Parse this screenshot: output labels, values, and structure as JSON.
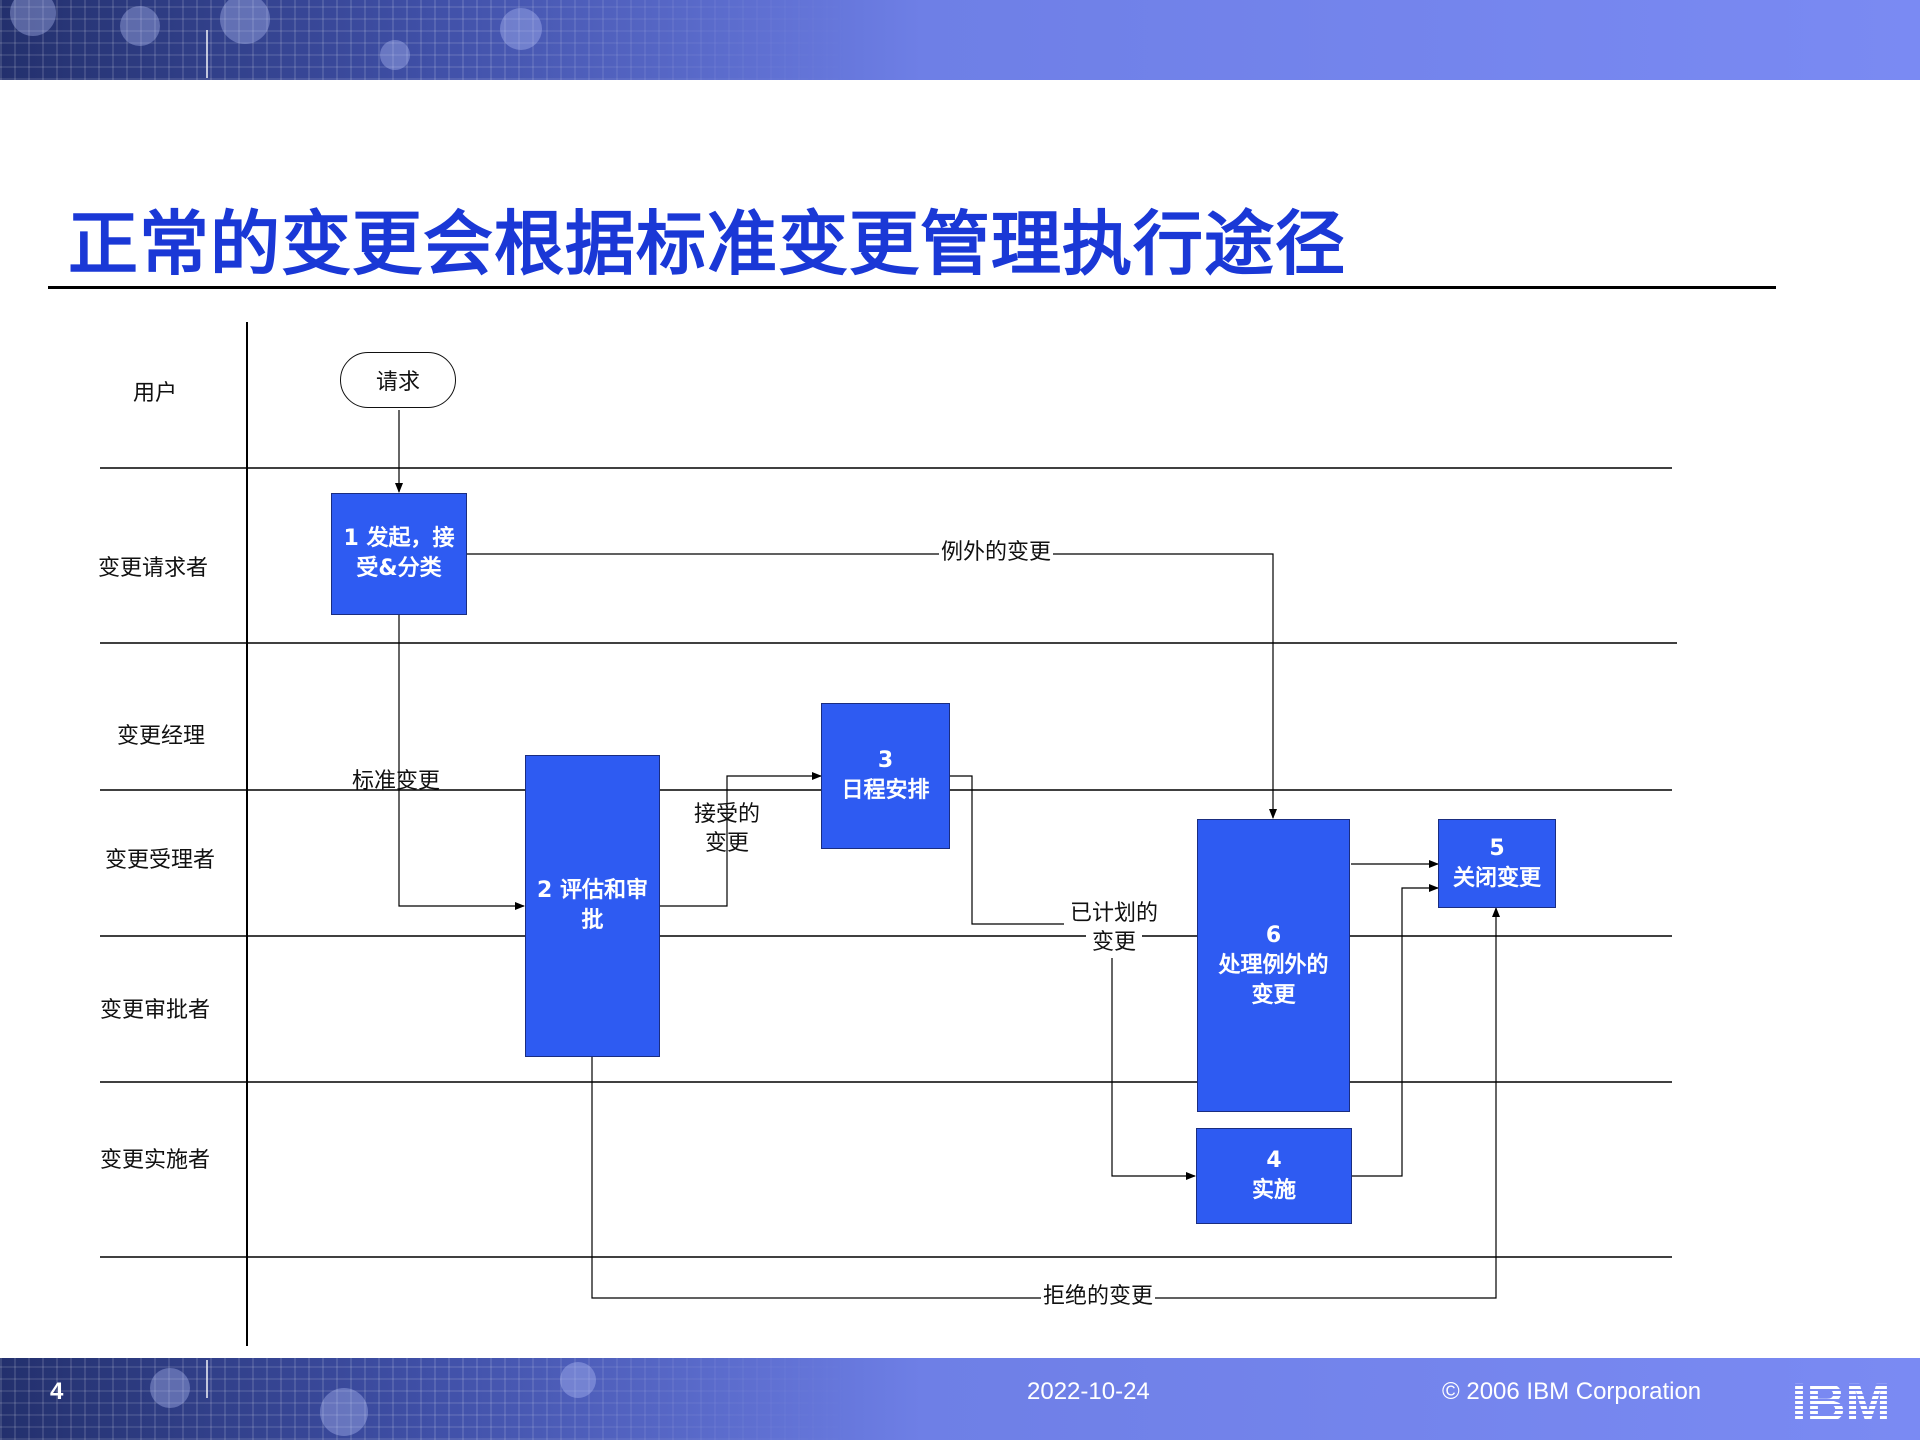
{
  "title": "正常的变更会根据标准变更管理执行途径",
  "lanes": [
    "用户",
    "变更请求者",
    "变更经理",
    "变更受理者",
    "变更审批者",
    "变更实施者"
  ],
  "terminal": {
    "label": "请求"
  },
  "boxes": {
    "b1": {
      "line1": "1 发起，接",
      "line2": "受&分类"
    },
    "b2": {
      "line1": "2 评估和审",
      "line2": "批"
    },
    "b3": {
      "line1": "3",
      "line2": "日程安排"
    },
    "b4": {
      "line1": "4",
      "line2": "实施"
    },
    "b5": {
      "line1": "5",
      "line2": "关闭变更"
    },
    "b6": {
      "line1": "6",
      "line2": "处理例外的",
      "line3": "变更"
    }
  },
  "flow_labels": {
    "exception": "例外的变更",
    "standard": "标准变更",
    "accepted_1": "接受的",
    "accepted_2": "变更",
    "planned_1": "已计划的",
    "planned_2": "变更",
    "rejected": "拒绝的变更"
  },
  "footer": {
    "page_number": "4",
    "date": "2022-10-24",
    "copyright": "© 2006 IBM Corporation",
    "logo_text": "IBM"
  },
  "colors": {
    "title": "#1a38d6",
    "box": "#2e5bf2",
    "band": "#7a8af3"
  }
}
